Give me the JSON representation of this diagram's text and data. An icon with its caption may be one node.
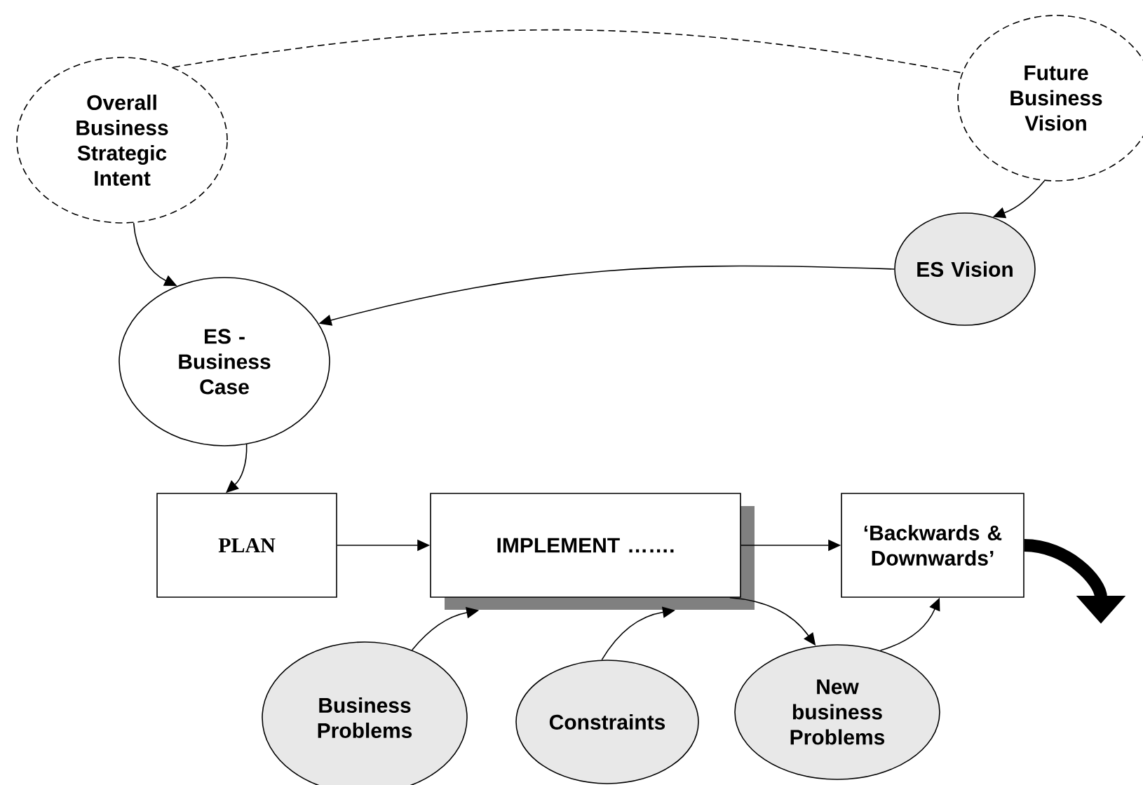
{
  "diagram": {
    "nodes": [
      {
        "text": [
          "Overall Business Strategic Intent"
        ]
      },
      {
        "text": [
          "Future Business Vision"
        ]
      },
      {
        "text": [
          "ES Vision"
        ]
      },
      {
        "text": [
          "ES - Business Case"
        ]
      },
      {
        "text": [
          "PLAN"
        ]
      },
      {
        "text": [
          "IMPLEMENT ……."
        ]
      },
      {
        "text": [
          "‘Backwards & Downwards’"
        ]
      },
      {
        "text": [
          "Business Problems"
        ]
      },
      {
        "text": [
          "Constraints"
        ]
      },
      {
        "text": [
          "New business Problems"
        ]
      }
    ],
    "edges": [
      {
        "from": 0,
        "to": 1,
        "arrow": "none",
        "style": "dashed"
      },
      {
        "from": 1,
        "to": 2,
        "arrow": "to"
      },
      {
        "from": 0,
        "to": 3,
        "arrow": "to"
      },
      {
        "from": 2,
        "to": 3,
        "arrow": "to"
      },
      {
        "from": 3,
        "to": 4,
        "arrow": "to"
      },
      {
        "from": 4,
        "to": 5,
        "arrow": "to"
      },
      {
        "from": 5,
        "to": 6,
        "arrow": "to"
      },
      {
        "from": 7,
        "to": 5,
        "arrow": "to"
      },
      {
        "from": 8,
        "to": 5,
        "arrow": "to"
      },
      {
        "from": 5,
        "to": 9,
        "arrow": "to"
      },
      {
        "from": 9,
        "to": 6,
        "arrow": "to"
      },
      {
        "from": 6,
        "to": null,
        "arrow": "to",
        "style": "thick"
      }
    ]
  }
}
